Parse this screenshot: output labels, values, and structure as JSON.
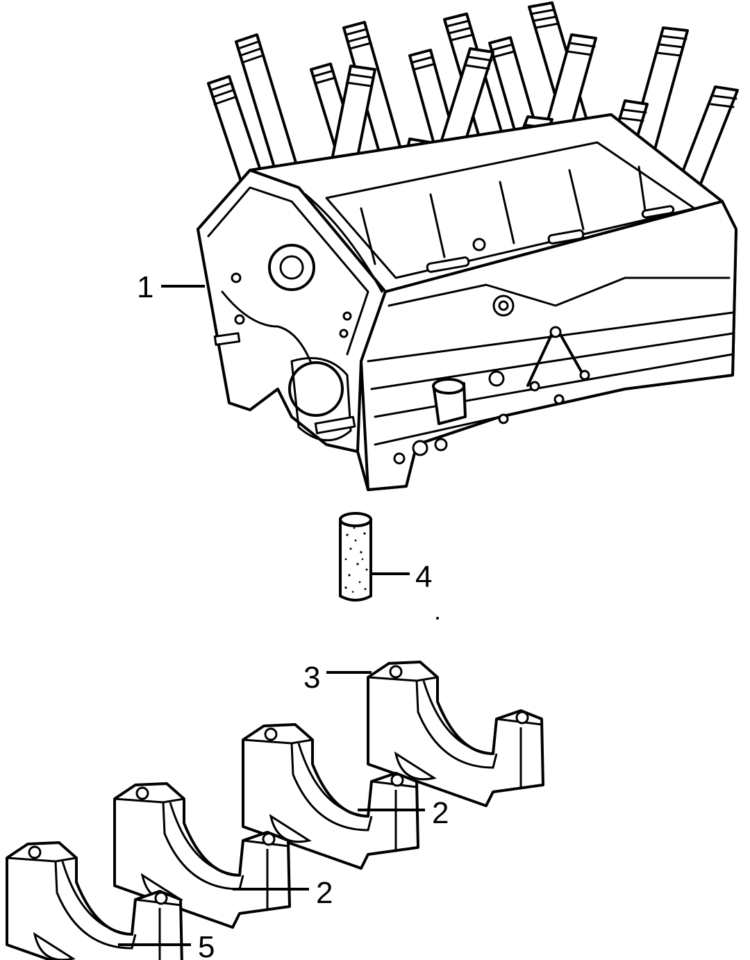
{
  "diagram": {
    "colors": {
      "ink": "#000000",
      "paper": "#ffffff",
      "shade": "#cfcfcf"
    },
    "callouts": [
      {
        "id": "c1",
        "label": "1"
      },
      {
        "id": "c2a",
        "label": "2"
      },
      {
        "id": "c2b",
        "label": "2"
      },
      {
        "id": "c3",
        "label": "3"
      },
      {
        "id": "c4",
        "label": "4"
      },
      {
        "id": "c5",
        "label": "5"
      }
    ]
  }
}
